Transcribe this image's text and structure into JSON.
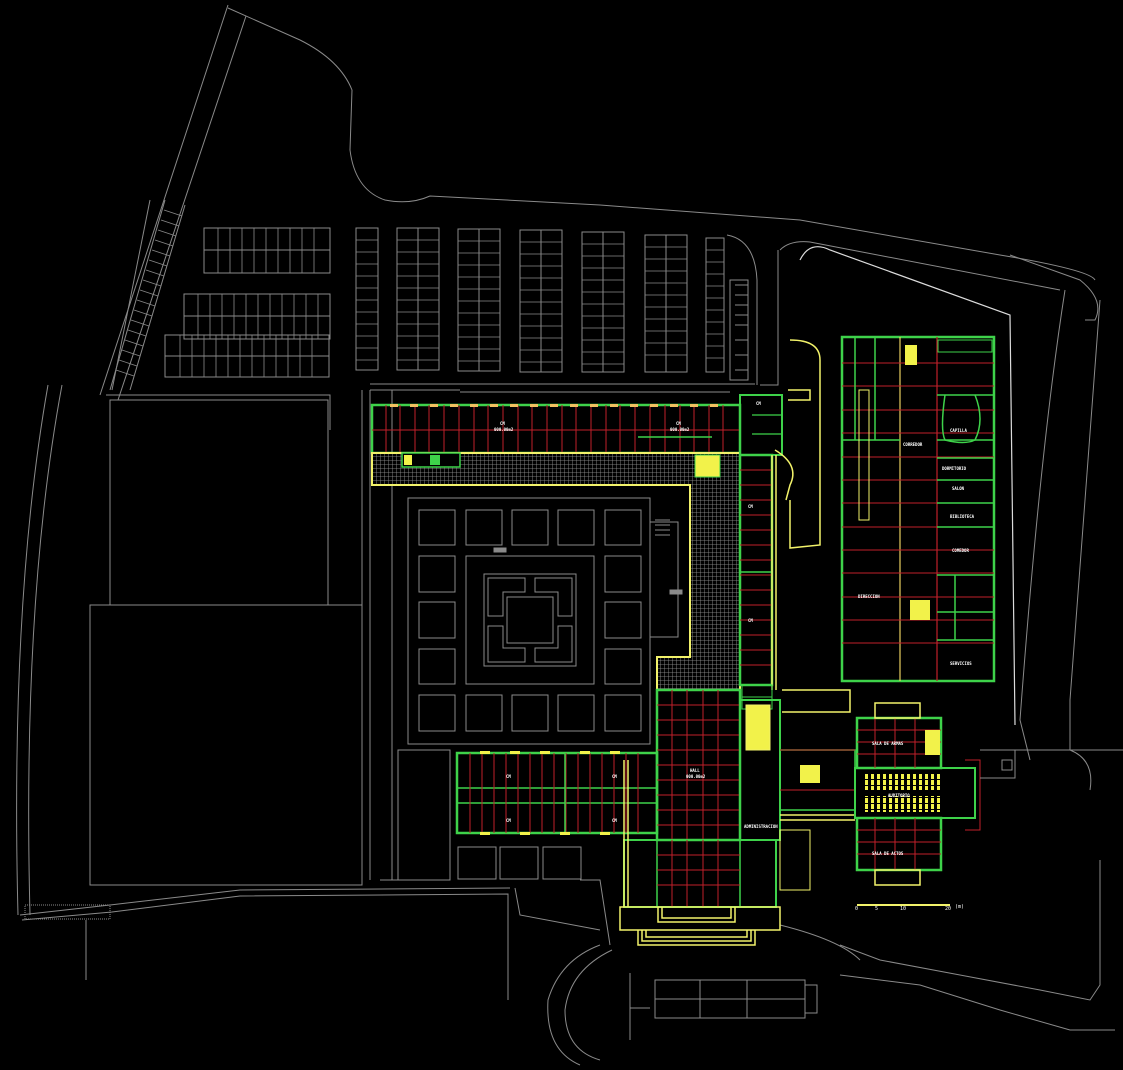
{
  "drawing": {
    "type": "architectural site plan (CAD)",
    "background": "#000000",
    "colors": {
      "site_lines": "#8a8a8a",
      "walls_outline": "#3ed24a",
      "column_grid": "#c0202a",
      "stairs_and_paving": "#f2f26a",
      "text": "#ffffff"
    }
  },
  "labels": {
    "north_wing_left": "CM",
    "north_wing_left_area": "000.00m2",
    "north_wing_right": "CM",
    "north_wing_right_area": "000.00m2",
    "east_corridor_upper": "CM",
    "east_corridor_lower": "CM",
    "hall": "HALL",
    "hall_sub": "000.00m2",
    "administration": "ADMINISTRACION",
    "south_west_wing_1": "CM",
    "south_west_wing_2": "CM",
    "south_west_wing_3": "CM",
    "south_west_wing_4": "CM",
    "auditorium": "AUDITORIO",
    "sala_a": "SALA DE ARMAS",
    "sala_b": "SALA DE ACTOS",
    "east_building_capilla": "CAPILLA",
    "east_building_corridor": "CORREDOR",
    "east_rooms": [
      "DORMITORIO",
      "SALON",
      "BIBLIOTECA",
      "COMEDOR",
      "DIRECCION",
      "SERVICIOS"
    ]
  },
  "scale_bar": {
    "ticks": [
      "0",
      "5",
      "10",
      "20"
    ],
    "unit": "(m)"
  }
}
